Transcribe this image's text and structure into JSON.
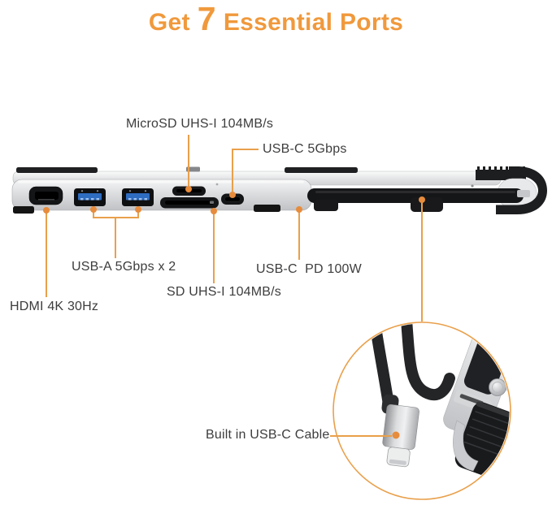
{
  "title": {
    "prefix": "Get",
    "number": "7",
    "suffix": "Essential Ports"
  },
  "callouts": {
    "microsd": {
      "label": "MicroSD UHS-I 104MB/s"
    },
    "usb_c_data": {
      "label": "USB-C 5Gbps"
    },
    "usb_a": {
      "label": "USB-A 5Gbps x 2"
    },
    "hdmi": {
      "label": "HDMI 4K 30Hz"
    },
    "sd": {
      "label": "SD UHS-I 104MB/s"
    },
    "usb_c_pd": {
      "label": "USB-C  PD 100W"
    },
    "built_in_cable": {
      "label": "Built in USB-C Cable"
    }
  },
  "colors": {
    "accent": "#E9A04B",
    "dot": "#E78C3C",
    "title": "#F0993C",
    "text": "#3D3D3D"
  }
}
